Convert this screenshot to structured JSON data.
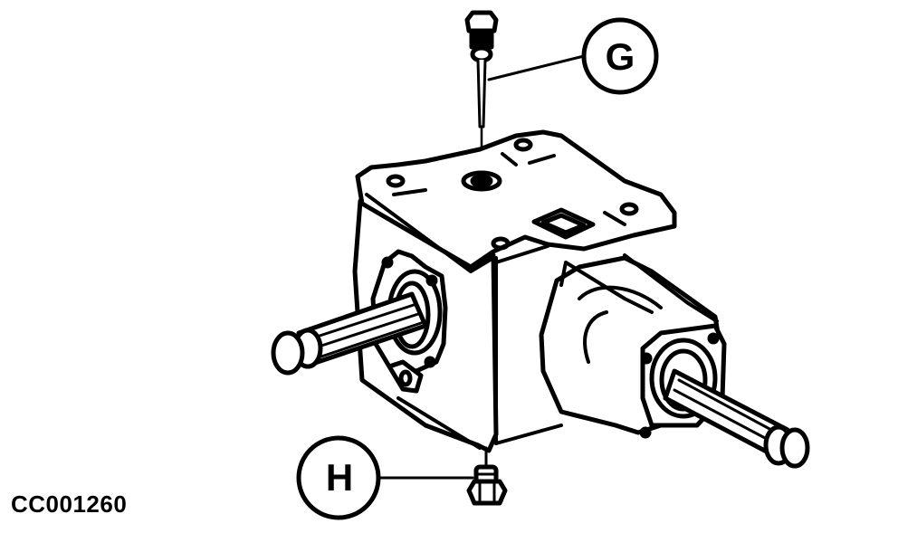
{
  "figure": {
    "id": "CC001260",
    "subject": "gearbox with fill plug and drain plug",
    "colors": {
      "ink": "#000000",
      "paper": "#ffffff"
    }
  },
  "callouts": [
    {
      "letter": "G",
      "points_to": "top fill/level plug with dipstick"
    },
    {
      "letter": "H",
      "points_to": "bottom drain plug"
    }
  ]
}
